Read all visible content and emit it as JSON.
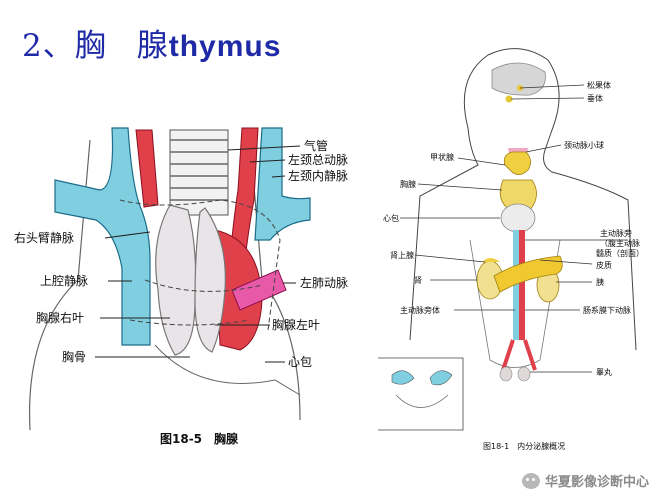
{
  "title": {
    "prefix": "2、胸",
    "suffix": "腺",
    "english": "thymus"
  },
  "left_figure": {
    "caption": "图18-5　胸腺",
    "labels": [
      "气管",
      "左颈总动脉",
      "左颈内静脉",
      "右头臂静脉",
      "上腔静脉",
      "左肺动脉",
      "胸腺右叶",
      "胸腺左叶",
      "胸骨",
      "心包"
    ]
  },
  "right_figure": {
    "caption": "图18-1　内分泌腺概况",
    "labels": [
      "松果体",
      "垂体",
      "颈动脉小球",
      "甲状腺",
      "胸腺",
      "心包",
      "主动脉旁",
      "（腹主动脉",
      "髓质（剖面）",
      "肾上腺",
      "皮质",
      "肾",
      "胰",
      "主动脉旁体",
      "肠系膜下动脉",
      "睾丸"
    ]
  },
  "watermark": "华夏影像诊断中心",
  "colors": {
    "title": "#1f2aa6",
    "vein": "#7fcfe0",
    "artery": "#e0404a",
    "thymus": "#e8e4e8"
  }
}
